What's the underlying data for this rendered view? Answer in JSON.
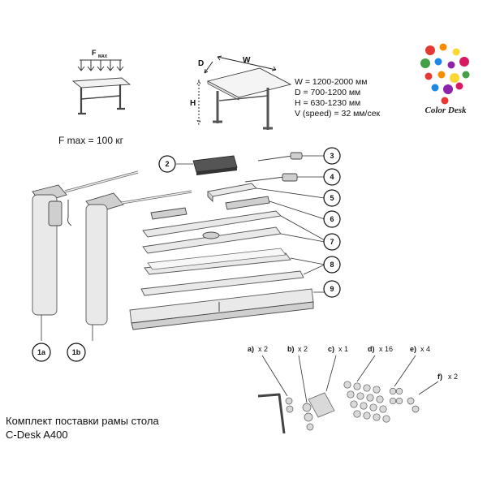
{
  "fmax_label": "F",
  "fmax_sub": "MAX",
  "fmax_caption": "F max = 100 кг",
  "dims": {
    "d_label": "D",
    "w_label": "W",
    "h_label": "H",
    "specs": [
      "W = 1200-2000 мм",
      "D = 700-1200 мм",
      "H = 630-1230 мм",
      "V (speed) = 32 мм/сек"
    ]
  },
  "logo": {
    "text": "Color Desk",
    "colors": [
      "#e53935",
      "#fb8c00",
      "#fdd835",
      "#43a047",
      "#1e88e5",
      "#8e24aa",
      "#d81b60"
    ]
  },
  "callouts": {
    "c1a": "1a",
    "c1b": "1b",
    "c2": "2",
    "c3": "3",
    "c4": "4",
    "c5": "5",
    "c6": "6",
    "c7": "7",
    "c8": "8",
    "c9": "9"
  },
  "hardware": {
    "a": {
      "letter": "a)",
      "qty": "x 2"
    },
    "b": {
      "letter": "b)",
      "qty": "x 2"
    },
    "c": {
      "letter": "c)",
      "qty": "x 1"
    },
    "d": {
      "letter": "d)",
      "qty": "x 16"
    },
    "e": {
      "letter": "e)",
      "qty": "x 4"
    },
    "f": {
      "letter": "f)",
      "qty": "x 2"
    }
  },
  "caption": {
    "line1": "Комплект поставки рамы стола",
    "line2": "C-Desk A400"
  }
}
